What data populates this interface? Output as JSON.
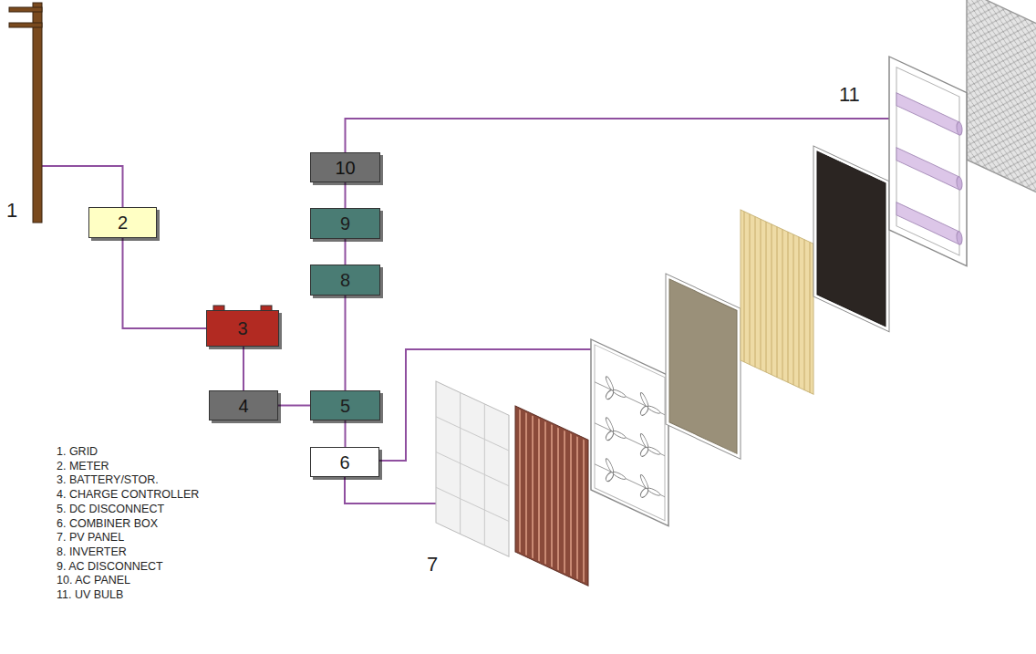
{
  "diagram": {
    "nodes": [
      {
        "text": [
          "1"
        ]
      },
      {
        "text": [
          "2"
        ]
      },
      {
        "text": [
          "3"
        ]
      },
      {
        "text": [
          "4"
        ]
      },
      {
        "text": [
          "5"
        ]
      },
      {
        "text": [
          "6"
        ]
      },
      {
        "text": [
          "7"
        ]
      },
      {
        "text": [
          "8"
        ]
      },
      {
        "text": [
          "9"
        ]
      },
      {
        "text": [
          "10"
        ]
      },
      {
        "text": [
          "11"
        ]
      }
    ],
    "edges": [
      {
        "from": 0,
        "to": 1,
        "arrow": "none"
      },
      {
        "from": 1,
        "to": 2,
        "arrow": "none"
      },
      {
        "from": 2,
        "to": 3,
        "arrow": "none"
      },
      {
        "from": 3,
        "to": 4,
        "arrow": "none"
      },
      {
        "from": 4,
        "to": 5,
        "arrow": "none"
      },
      {
        "from": 5,
        "to": 6,
        "arrow": "none"
      },
      {
        "from": 4,
        "to": 7,
        "arrow": "none"
      },
      {
        "from": 7,
        "to": 8,
        "arrow": "none"
      },
      {
        "from": 8,
        "to": 9,
        "arrow": "none"
      },
      {
        "from": 9,
        "to": 10,
        "arrow": "none"
      }
    ],
    "labels": [
      "1. GRID",
      "2. METER",
      "3. BATTERY/STOR.",
      "4. CHARGE CONTROLLER",
      "5. DC DISCONNECT",
      "6. COMBINER BOX",
      "7. PV PANEL",
      "8. INVERTER",
      "9. AC DISCONNECT",
      "10. AC PANEL",
      "11. UV BULB"
    ]
  }
}
